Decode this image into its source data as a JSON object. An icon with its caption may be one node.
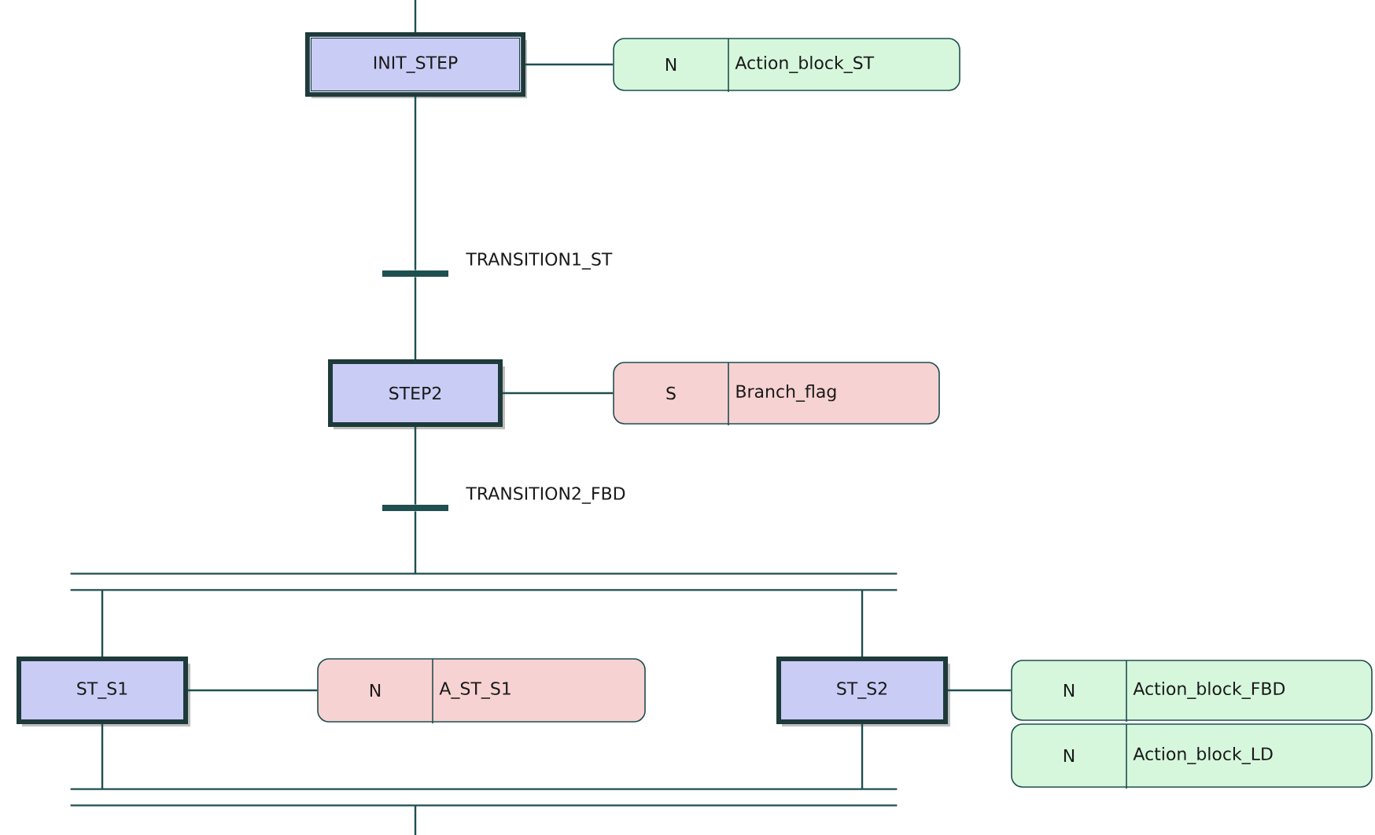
{
  "diagram": {
    "nodes": [
      {
        "text": [
          "INIT_STEP"
        ]
      },
      {
        "text": [
          "N",
          "Action_block_ST"
        ]
      },
      {
        "text": [],
        "shape": "bar",
        "beside": [
          "TRANSITION1_ST"
        ]
      },
      {
        "text": [
          "STEP2"
        ]
      },
      {
        "text": [
          "S",
          "Branch_flag"
        ]
      },
      {
        "text": [],
        "shape": "bar",
        "beside": [
          "TRANSITION2_FBD"
        ]
      },
      {
        "text": [],
        "shape": "bar"
      },
      {
        "text": [
          "ST_S1"
        ]
      },
      {
        "text": [
          "N",
          "A_ST_S1"
        ]
      },
      {
        "text": [
          "ST_S2"
        ]
      },
      {
        "text": [
          "N",
          "Action_block_FBD"
        ]
      },
      {
        "text": [
          "N",
          "Action_block_LD"
        ]
      },
      {
        "text": [],
        "shape": "bar"
      }
    ],
    "edges": [
      {
        "from": null,
        "to": 0,
        "arrow": "none"
      },
      {
        "from": 0,
        "to": 1,
        "arrow": "none"
      },
      {
        "from": 0,
        "to": 2,
        "arrow": "none"
      },
      {
        "from": 2,
        "to": 3,
        "arrow": "none"
      },
      {
        "from": 3,
        "to": 4,
        "arrow": "none"
      },
      {
        "from": 3,
        "to": 5,
        "arrow": "none"
      },
      {
        "from": 5,
        "to": 6,
        "arrow": "none"
      },
      {
        "from": 6,
        "to": 7,
        "arrow": "none"
      },
      {
        "from": 6,
        "to": 9,
        "arrow": "none"
      },
      {
        "from": 7,
        "to": 8,
        "arrow": "none"
      },
      {
        "from": 9,
        "to": 10,
        "arrow": "none"
      },
      {
        "from": 7,
        "to": 12,
        "arrow": "none"
      },
      {
        "from": 9,
        "to": 12,
        "arrow": "none"
      },
      {
        "from": 12,
        "to": null,
        "arrow": "none"
      }
    ]
  }
}
